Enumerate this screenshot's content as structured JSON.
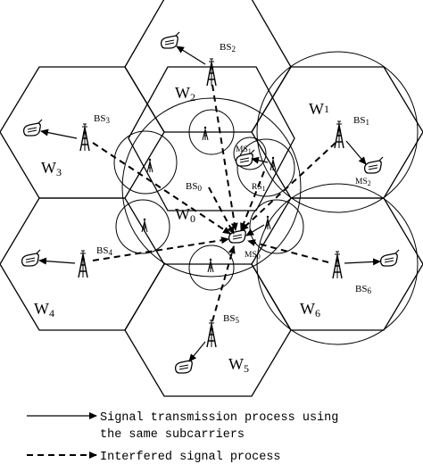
{
  "cells": {
    "w0": "W",
    "w0_sub": "0",
    "w1": "W",
    "w1_sub": "1",
    "w2": "W",
    "w2_sub": "2",
    "w3": "W",
    "w3_sub": "3",
    "w4": "W",
    "w4_sub": "4",
    "w5": "W",
    "w5_sub": "5",
    "w6": "W",
    "w6_sub": "6"
  },
  "stations": {
    "bs0": "BS",
    "bs0_sub": "0",
    "bs1": "BS",
    "bs1_sub": "1",
    "bs2": "BS",
    "bs2_sub": "2",
    "bs3": "BS",
    "bs3_sub": "3",
    "bs4": "BS",
    "bs4_sub": "4",
    "bs5": "BS",
    "bs5_sub": "5",
    "bs6": "BS",
    "bs6_sub": "6"
  },
  "mobiles": {
    "ms0": "MS",
    "ms0_sub": "0",
    "ms1": "MS",
    "ms1_sub": "1",
    "ms2": "MS",
    "ms2_sub": "2"
  },
  "relays": {
    "rs1": "RS",
    "rs1_sub": "1"
  },
  "legend": {
    "solid_line1": "Signal transmission process using",
    "solid_line2": "the same subcarriers",
    "dashed": "Interfered signal process"
  },
  "colors": {
    "ink": "#000000",
    "background": "#ffffff"
  }
}
